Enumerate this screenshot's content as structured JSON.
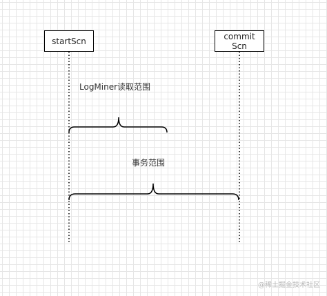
{
  "diagram": {
    "start_node": {
      "label": "startScn"
    },
    "commit_node": {
      "label": "commit\nScn"
    },
    "logminer_range_label": "LogMiner读取范围",
    "transaction_range_label": "事务范围"
  },
  "watermark": "@稀土掘金技术社区",
  "colors": {
    "grid": "#e6e6e6",
    "stroke": "#000000",
    "watermark": "#b9b9b9"
  }
}
